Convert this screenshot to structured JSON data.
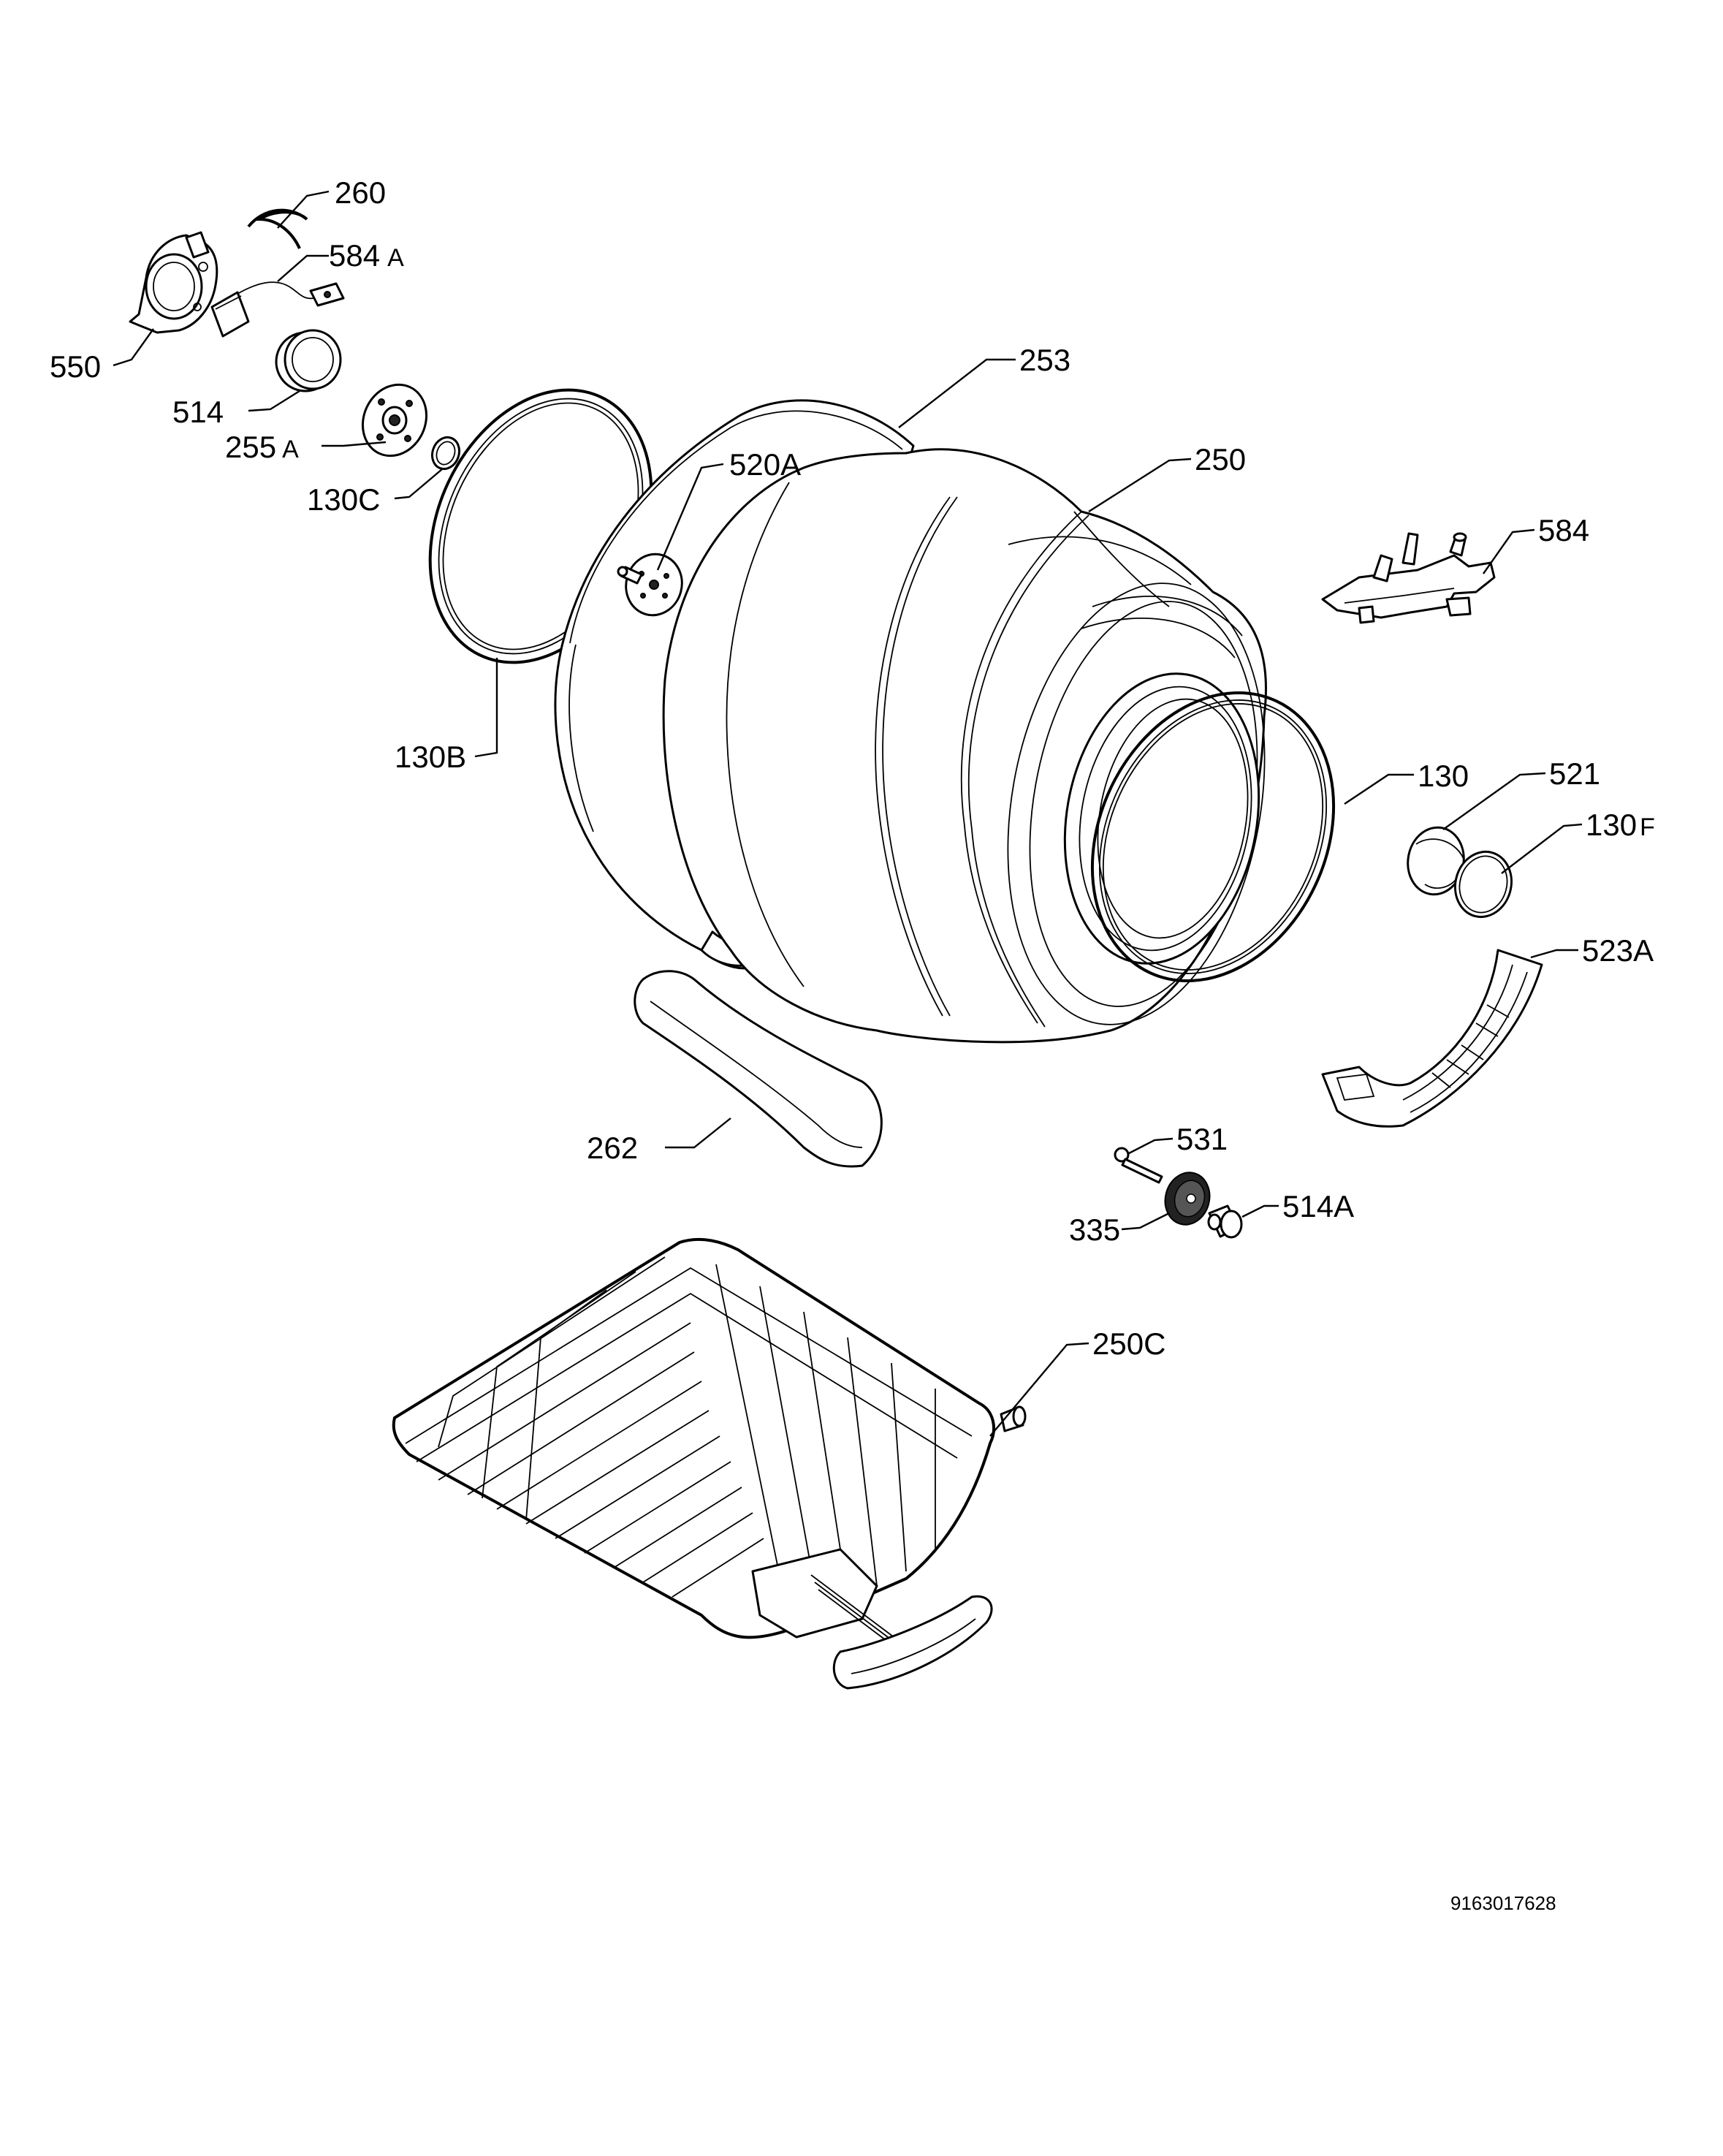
{
  "labels": {
    "l260": "260",
    "l584a": "584",
    "l584a_suffix": "A",
    "l550": "550",
    "l514": "514",
    "l255a": "255",
    "l255a_suffix": "A",
    "l130c": "130C",
    "l253": "253",
    "l520a": "520A",
    "l250": "250",
    "l584": "584",
    "l130b": "130B",
    "l130": "130",
    "l521": "521",
    "l130f": "130",
    "l130f_suffix": "F",
    "l523a": "523A",
    "l262": "262",
    "l531": "531",
    "l335": "335",
    "l514a": "514A",
    "l250c": "250C"
  },
  "document_number": "9163017628"
}
